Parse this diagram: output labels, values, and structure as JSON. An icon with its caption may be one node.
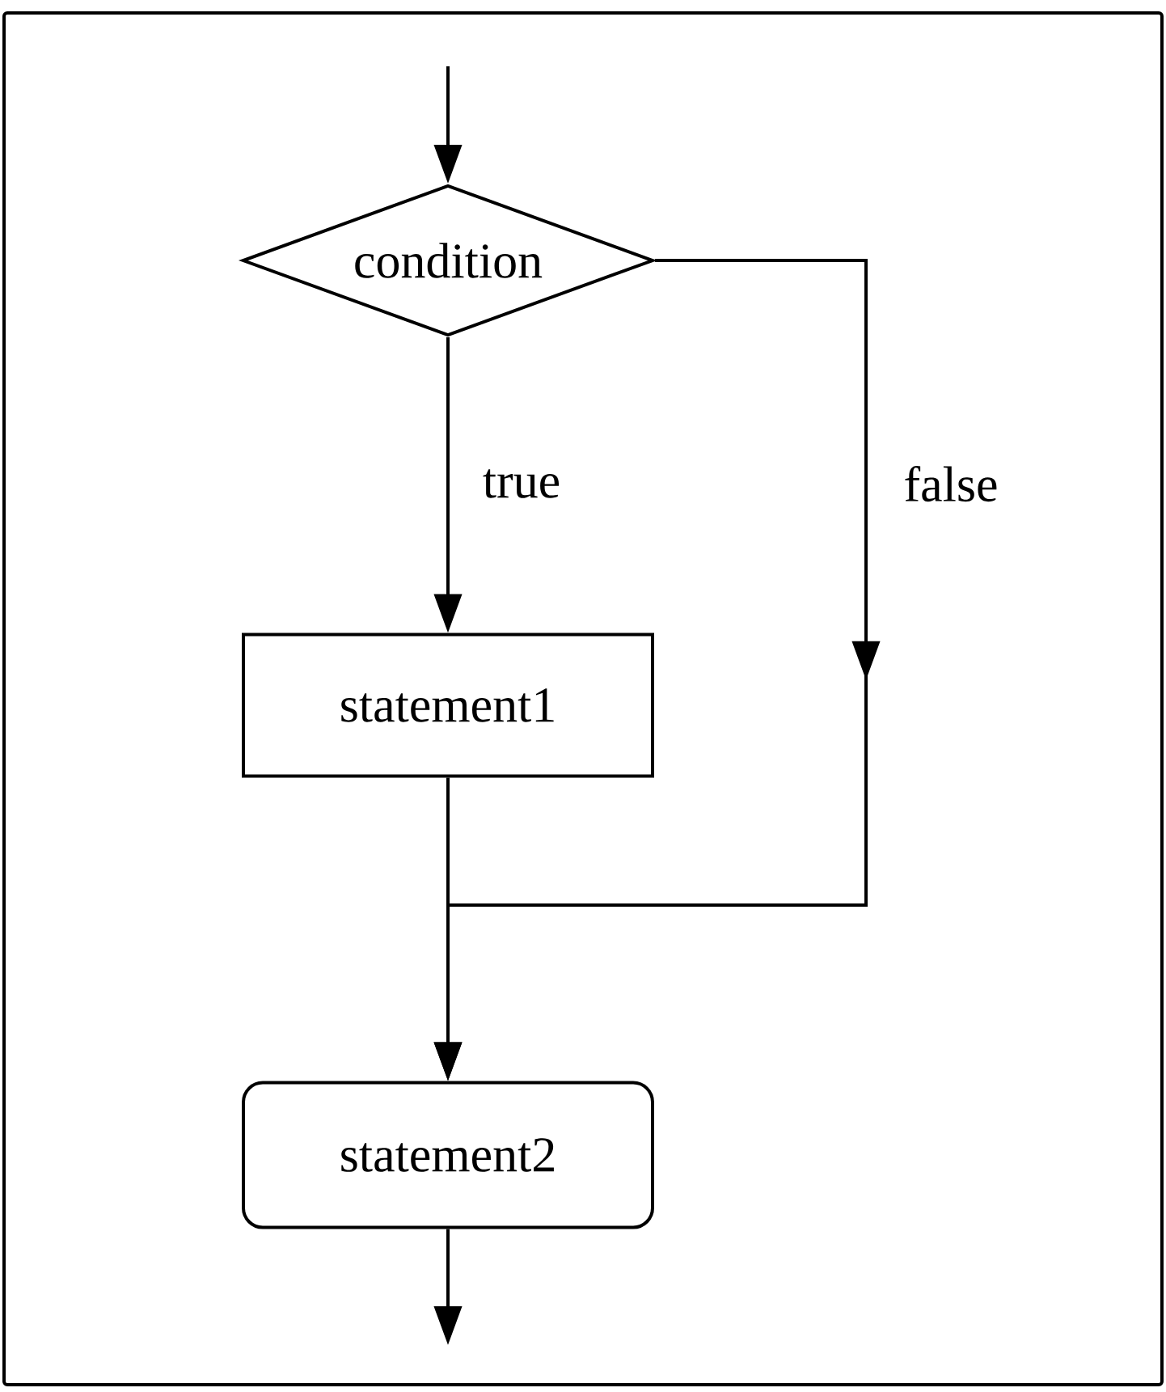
{
  "diagram": {
    "nodes": [
      {
        "text": [
          "condition"
        ]
      },
      {
        "text": [
          "statement1"
        ]
      },
      {
        "text": [
          "statement2"
        ]
      }
    ],
    "edges": [
      {
        "from": null,
        "to": 0,
        "arrow": "to"
      },
      {
        "from": 0,
        "to": 1,
        "arrow": "to",
        "label": "true"
      },
      {
        "from": 0,
        "to": 2,
        "arrow": "to",
        "label": "false"
      },
      {
        "from": 1,
        "to": 2,
        "arrow": "to"
      },
      {
        "from": 2,
        "to": null,
        "arrow": "to"
      }
    ]
  }
}
